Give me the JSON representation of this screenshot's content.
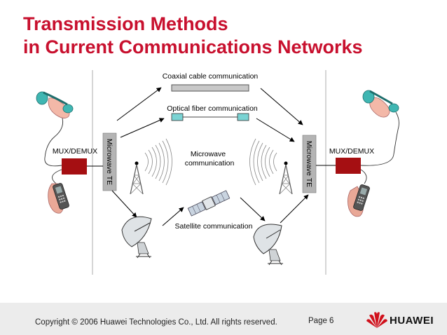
{
  "slide": {
    "title_line1": "Transmission Methods",
    "title_line2": "in Current Communications Networks"
  },
  "diagram": {
    "coaxial_label": "Coaxial cable communication",
    "optical_label": "Optical fiber communication",
    "microwave_label_line1": "Microwave",
    "microwave_label_line2": "communication",
    "satellite_label": "Satellite communication",
    "mux_left_label": "MUX/DEMUX",
    "mux_right_label": "MUX/DEMUX",
    "te_left_label": "Microwave TE",
    "te_right_label": "Microwave TE"
  },
  "footer": {
    "copyright": "Copyright © 2006 Huawei Technologies Co., Ltd. All rights reserved.",
    "page": "Page 6",
    "brand": "HUAWEI"
  },
  "colors": {
    "title": "#c8102e",
    "mux_box": "#a50f12",
    "te_bar": "#b4b4b4",
    "fiber_box": "#7ad3d3",
    "logo": "#d0101b"
  },
  "icons": [
    "telephone-handset-icon",
    "mobile-phone-icon",
    "microwave-tower-icon",
    "satellite-dish-icon",
    "satellite-icon",
    "huawei-logo-icon"
  ]
}
